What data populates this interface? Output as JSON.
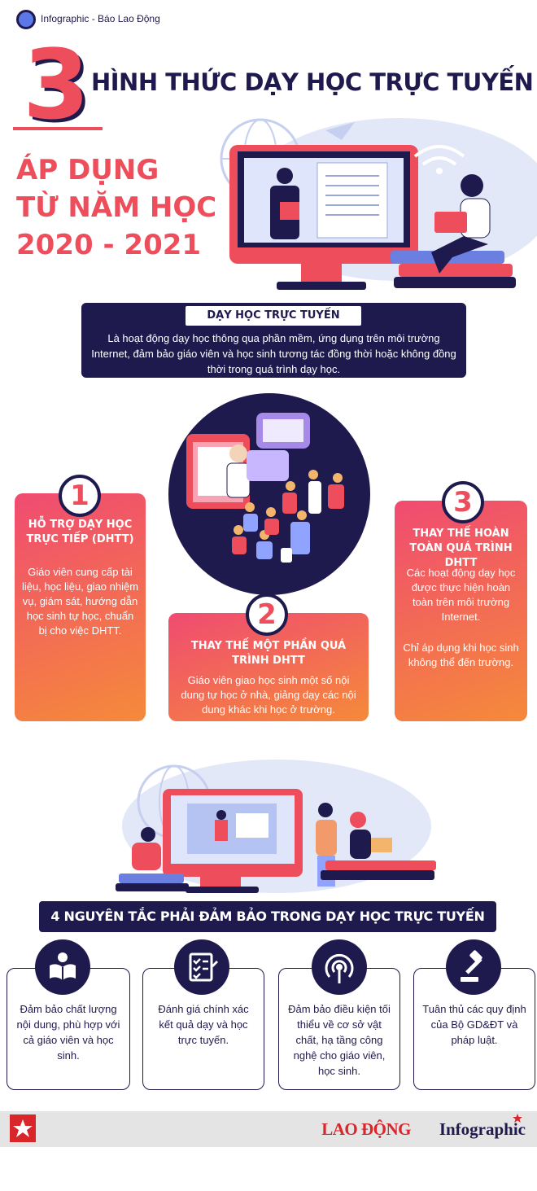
{
  "header": {
    "brand": "Infographic - Báo Lao Động",
    "number": "3",
    "title": "HÌNH THỨC DẠY HỌC TRỰC TUYẾN",
    "subtitle_line1": "ÁP DỤNG",
    "subtitle_line2": "TỪ NĂM HỌC",
    "subtitle_line3": "2020 - 2021"
  },
  "definition": {
    "title": "DẠY HỌC TRỰC TUYẾN",
    "text": "Là hoạt động dạy học thông qua phần mềm, ứng dụng trên môi trường Internet, đảm bảo giáo viên và học sinh tương tác đồng thời hoặc không đồng thời trong quá trình dạy học."
  },
  "forms": [
    {
      "number": "1",
      "title": "HỖ TRỢ DẠY HỌC TRỰC TIẾP (DHTT)",
      "text": "Giáo viên cung cấp tài liệu, học liệu, giao nhiệm vụ, giám sát, hướng dẫn học sinh tự học, chuẩn bị cho việc DHTT."
    },
    {
      "number": "2",
      "title": "THAY THẾ MỘT PHẦN QUÁ TRÌNH DHTT",
      "text": "Giáo viên giao học sinh một số nội dung tự học ở nhà, giảng dạy các nội dung khác khi học ở trường."
    },
    {
      "number": "3",
      "title": "THAY THẾ HOÀN TOÀN QUÁ TRÌNH DHTT",
      "text": "Các hoạt động dạy học được thực hiện hoàn toàn trên môi trường Internet.",
      "note": "Chỉ áp dụng khi học sinh không thể đến trường."
    }
  ],
  "principles": {
    "title": "4 NGUYÊN TẮC PHẢI ĐẢM BẢO TRONG DẠY HỌC TRỰC TUYẾN",
    "items": [
      {
        "icon": "book-reader-icon",
        "text": "Đảm bảo chất lượng nội dung, phù hợp với cả giáo viên và học sinh."
      },
      {
        "icon": "checklist-icon",
        "text": "Đánh giá chính xác kết quả dạy và học trực tuyến."
      },
      {
        "icon": "broadcast-icon",
        "text": "Đảm bảo điều kiện tối thiểu về cơ sở vật chất, hạ tầng công nghệ cho giáo viên, học sinh."
      },
      {
        "icon": "gavel-icon",
        "text": "Tuân thủ các quy định của Bộ GD&ĐT và pháp luật."
      }
    ]
  },
  "footer": {
    "brand_red": "LAO ĐỘNG",
    "brand_dark": "Infographic"
  },
  "colors": {
    "navy": "#1f1a4d",
    "coral": "#ee4e5c",
    "orange": "#f58a3a",
    "pink": "#f04b71",
    "light_blue": "#e3e8f8",
    "brand_red": "#d8262b"
  }
}
